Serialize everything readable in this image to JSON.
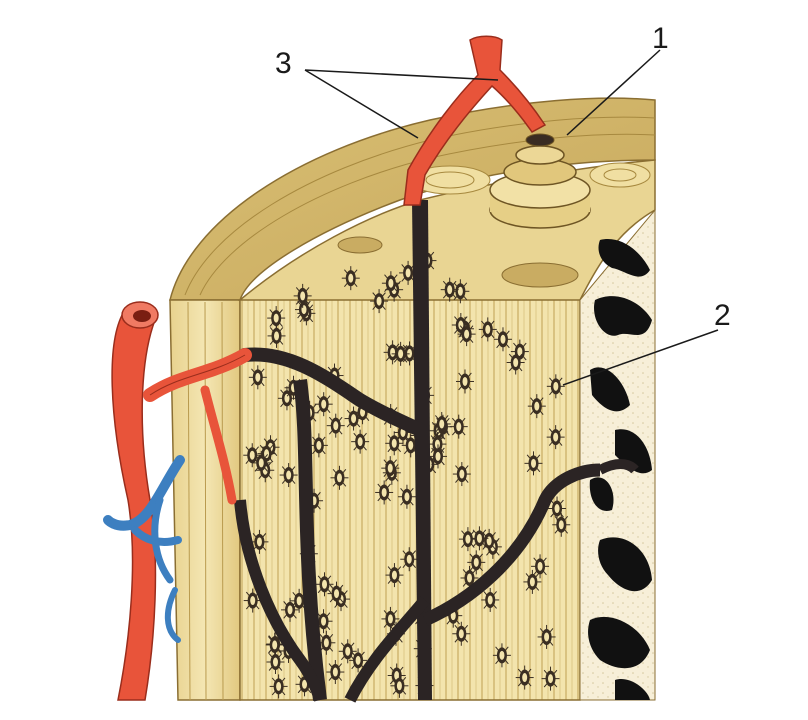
{
  "labels": {
    "osteon": "1",
    "osteocyte": "2",
    "vessels": "3"
  },
  "colors": {
    "artery": "#e8543a",
    "vein": "#3d7fc0",
    "bone_light": "#f1e3a8",
    "bone_mid": "#e3cd82",
    "bone_dark": "#c9a95a",
    "canal": "#2b2424",
    "spongy": "#111111",
    "background": "#ffffff"
  }
}
